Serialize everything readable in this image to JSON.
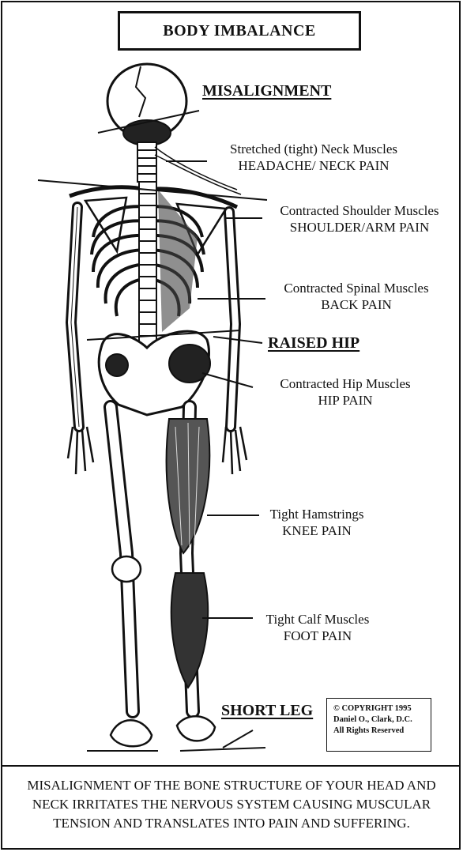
{
  "title": "BODY IMBALANCE",
  "headings": {
    "misalignment": "MISALIGNMENT",
    "raised_hip": "RAISED HIP",
    "short_leg": "SHORT LEG"
  },
  "labels": [
    {
      "line1": "Stretched (tight) Neck Muscles",
      "line2": "HEADACHE/ NECK PAIN"
    },
    {
      "line1": "Contracted Shoulder Muscles",
      "line2": "SHOULDER/ARM PAIN"
    },
    {
      "line1": "Contracted Spinal Muscles",
      "line2": "BACK PAIN"
    },
    {
      "line1": "Contracted Hip Muscles",
      "line2": "HIP PAIN"
    },
    {
      "line1": "Tight Hamstrings",
      "line2": "KNEE PAIN"
    },
    {
      "line1": "Tight Calf Muscles",
      "line2": "FOOT PAIN"
    }
  ],
  "copyright": {
    "line1": "© COPYRIGHT 1995",
    "line2": "Daniel O., Clark, D.C.",
    "line3": "All Rights Reserved"
  },
  "footer": "MISALIGNMENT OF THE BONE STRUCTURE OF YOUR HEAD AND NECK IRRITATES THE NERVOUS SYSTEM CAUSING MUSCULAR TENSION AND TRANSLATES INTO PAIN AND SUFFERING."
}
